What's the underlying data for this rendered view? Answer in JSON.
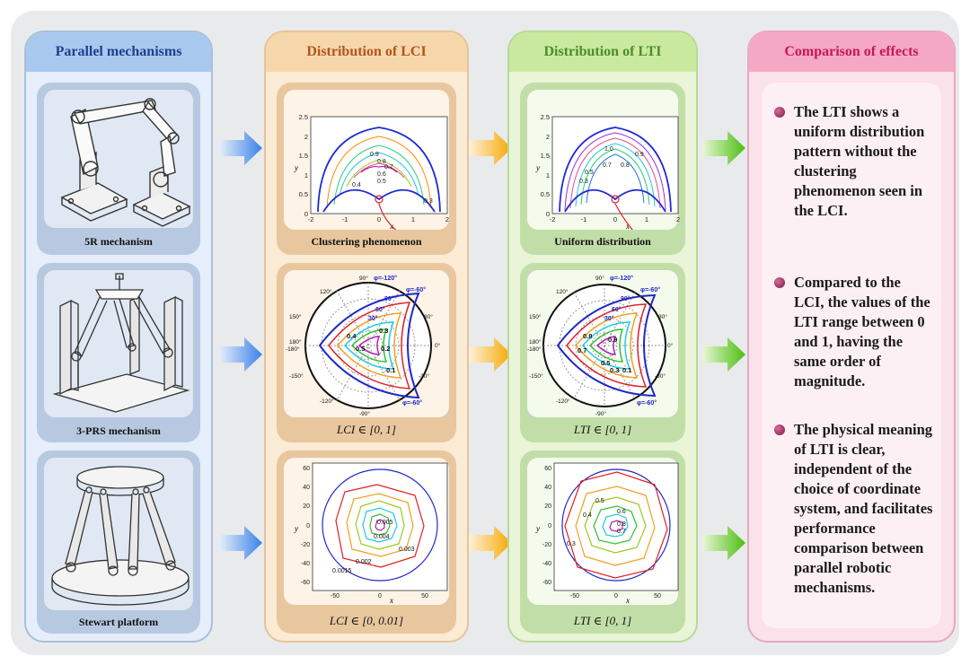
{
  "columns": {
    "mechanisms": {
      "header": "Parallel mechanisms",
      "items": [
        {
          "label": "5R mechanism"
        },
        {
          "label": "3-PRS mechanism"
        },
        {
          "label": "Stewart platform"
        }
      ]
    },
    "lci": {
      "header": "Distribution of  LCI",
      "panels": [
        {
          "label": "Clustering phenomenon"
        },
        {
          "label": "LCI ∈ [0,   1]"
        },
        {
          "label": "LCI ∈ [0,   0.01]"
        }
      ]
    },
    "lti": {
      "header": "Distribution of LTI",
      "panels": [
        {
          "label": "Uniform distribution"
        },
        {
          "label": "LTI ∈ [0,   1]"
        },
        {
          "label": "LTI ∈ [0,   1]"
        }
      ]
    },
    "effects": {
      "header": "Comparison of effects",
      "items": [
        "The LTI shows a uniform distribution pattern without the clustering phenomenon seen in the LCI.",
        "Compared to the LCI, the values of the LTI range between 0 and 1, having the same order of magnitude.",
        "The physical meaning of LTI is clear, independent of the choice of coordinate system, and facilitates performance comparison between parallel robotic mechanisms."
      ]
    }
  },
  "plots": {
    "lci_contour": {
      "xlabel": "x",
      "ylabel": "y",
      "xticks": [
        "-2",
        "-1",
        "0",
        "1",
        "2"
      ],
      "yticks": [
        "0",
        "0.5",
        "1",
        "1.5",
        "2",
        "2.5"
      ],
      "contour_labels": [
        "0.9",
        "0.8",
        "0.7",
        "0.6",
        "0.5",
        "0.4",
        "0.3"
      ]
    },
    "lti_contour": {
      "xlabel": "x",
      "ylabel": "y",
      "xticks": [
        "-2",
        "-1",
        "0",
        "1",
        "2"
      ],
      "yticks": [
        "0",
        "0.5",
        "1",
        "1.5",
        "2",
        "2.5"
      ],
      "contour_labels": [
        "1.0",
        "0.9",
        "0.8",
        "0.7",
        "0.5",
        "0.3"
      ]
    },
    "lci_polar": {
      "angle_labels": [
        "90°",
        "120°",
        "150°",
        "180°",
        "-180°",
        "-150°",
        "-120°",
        "-90°",
        "-60°",
        "-30°",
        "0°",
        "30°",
        "60°"
      ],
      "phi_top": "φ=-120°",
      "phi_right": "φ=-60°",
      "phi_bottom": "φ=-60°",
      "ring_labels": [
        "90°",
        "60°",
        "30°"
      ],
      "contour_labels": [
        "0.4",
        "0.3",
        "0.5",
        "0.2",
        "0.1"
      ]
    },
    "lti_polar": {
      "angle_labels": [
        "90°",
        "120°",
        "150°",
        "180°",
        "-180°",
        "-150°",
        "-120°",
        "-90°",
        "-60°",
        "-30°",
        "0°",
        "30°",
        "60°"
      ],
      "phi_top": "φ=-120°",
      "phi_right": "φ=-60°",
      "phi_bottom": "φ=-60°",
      "ring_labels": [
        "90°",
        "60°",
        "30°"
      ],
      "contour_labels": [
        "0.8",
        "0.9",
        "0.7",
        "0.5",
        "0.3",
        "0.1"
      ]
    },
    "lci_stewart": {
      "xlabel": "x",
      "ylabel": "y",
      "xticks": [
        "-50",
        "0",
        "50"
      ],
      "yticks": [
        "60",
        "40",
        "20",
        "0",
        "-20",
        "-40",
        "-60"
      ],
      "contour_labels": [
        "0.005",
        "0.004",
        "0.003",
        "0.002",
        "0.0015"
      ]
    },
    "lti_stewart": {
      "xlabel": "x",
      "ylabel": "y",
      "xticks": [
        "-50",
        "0",
        "50"
      ],
      "yticks": [
        "60",
        "40",
        "20",
        "0",
        "-20",
        "-40",
        "-60"
      ],
      "contour_labels": [
        "0.5",
        "0.4",
        "0.6",
        "0.8",
        "0.7",
        "0.3"
      ]
    }
  }
}
